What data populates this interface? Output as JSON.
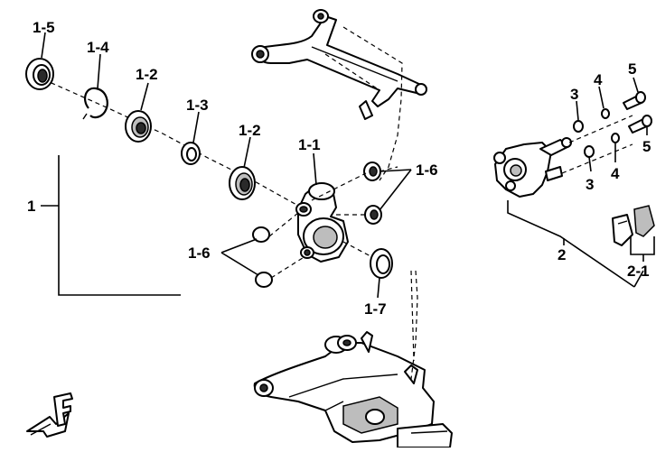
{
  "labels": {
    "oil_seal": "1-5",
    "snap_ring": "1-4",
    "bearing_outer": "1-2",
    "spacer": "1-3",
    "bearing_inner": "1-2",
    "knuckle": "1-1",
    "collar_upper": "1-6",
    "collar_lower": "1-6",
    "dust_seal": "1-7",
    "knuckle_assembly": "1",
    "washer_upper": "3",
    "washer_lower": "3",
    "lockwasher_upper": "4",
    "lockwasher_lower": "4",
    "bolt_upper": "5",
    "bolt_lower": "5",
    "caliper_assembly": "2",
    "brake_pads": "2-1"
  },
  "icons": {
    "front_arrow": "front-direction-arrow-icon"
  }
}
